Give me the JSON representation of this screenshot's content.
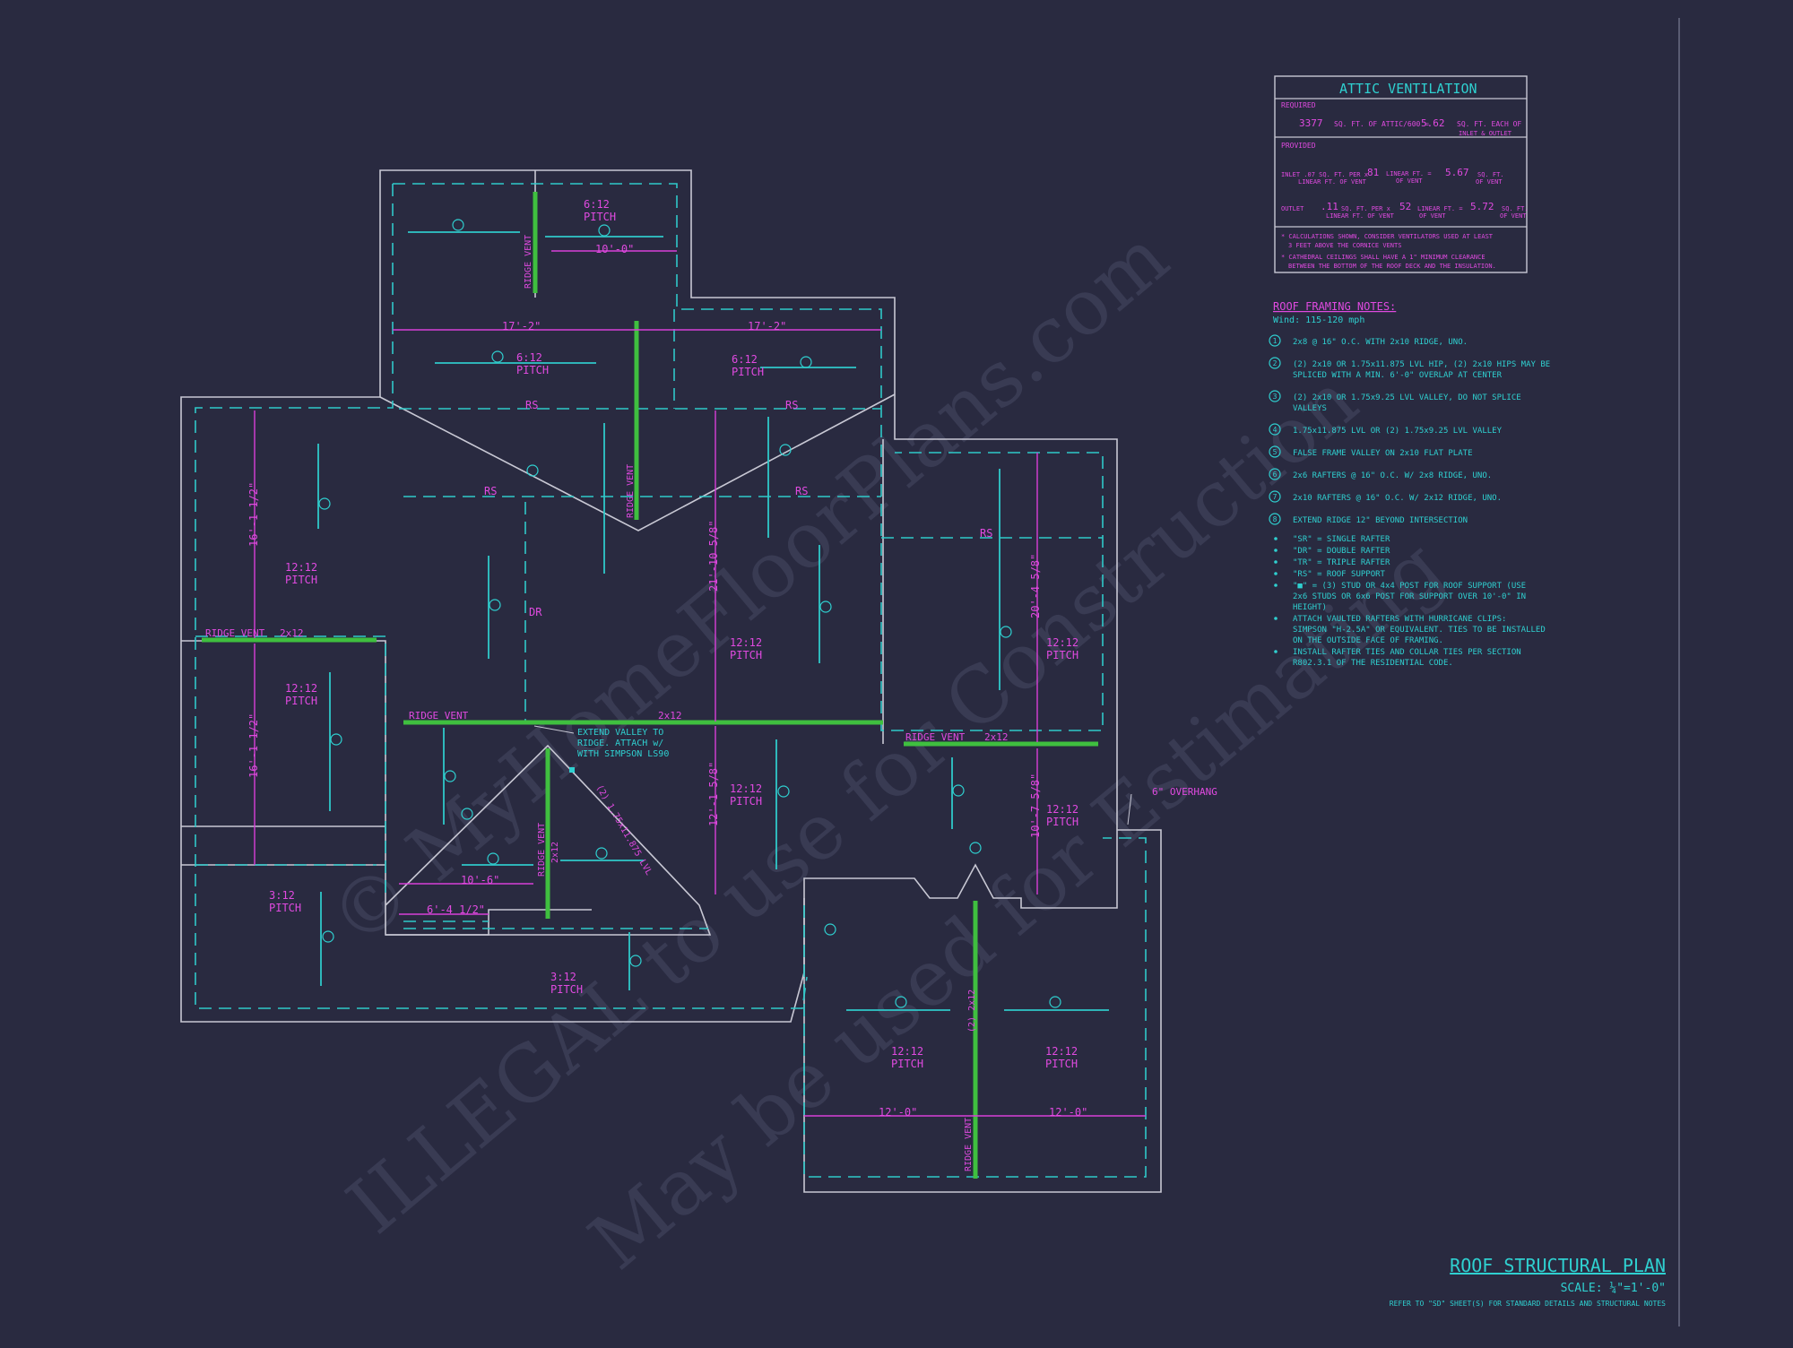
{
  "watermark": {
    "line1": "© MyHomeFloorPlans.com",
    "line2": "ILLEGAL to use for Construction",
    "line3": "May be used for Estimating"
  },
  "labels": {
    "pitch_6_12": "6:12",
    "pitch_12_12": "12:12",
    "pitch_3_12": "3:12",
    "pitch_word": "PITCH",
    "rs": "RS",
    "dr": "DR",
    "ridge_vent": "RIDGE VENT",
    "ridge_vent_caps": "RIDGE VENT",
    "two_by_twelve": "2x12",
    "two_2x12": "(2) 2x12",
    "hip_lvl": "(2) 1.75x11.875 LVL",
    "overhang": "6\" OVERHANG",
    "extend_valley": [
      "EXTEND VALLEY TO",
      "RIDGE.  ATTACH w/",
      "WITH SIMPSON LS90"
    ]
  },
  "dimensions": {
    "d10_0": "10'-0\"",
    "d17_2": "17'-2\"",
    "d16_1_half": "16'-1 1/2\"",
    "d21_10": "21'-10 5/8\"",
    "d20_4": "20'-4 5/8\"",
    "d12_1": "12'-1 5/8\"",
    "d10_7": "10'-7 5/8\"",
    "d10_6": "10'-6\"",
    "d6_4": "6'-4 1/2\"",
    "d12_0": "12'-0\""
  },
  "attic": {
    "title": "ATTIC VENTILATION",
    "required_label": "REQUIRED",
    "required_sqft": "3377",
    "required_text": "SQ. FT. OF ATTIC/600 =",
    "required_result": "5.62",
    "required_unit": "SQ. FT. EACH OF",
    "required_unit2": "INLET & OUTLET",
    "provided_label": "PROVIDED",
    "inlet_text": "INLET  .07 SQ. FT. PER x",
    "inlet_sub": "LINEAR FT. OF VENT",
    "inlet_lf": "81",
    "inlet_lf_label": "LINEAR FT. =",
    "inlet_lf_sub": "OF VENT",
    "inlet_result": "5.67",
    "inlet_unit": "SQ. FT.",
    "inlet_unit2": "OF VENT",
    "outlet_text": "OUTLET",
    "outlet_rate": ".11",
    "outlet_text2": "SQ. FT. PER x",
    "outlet_sub": "LINEAR FT. OF VENT",
    "outlet_lf": "52",
    "outlet_lf_label": "LINEAR FT. =",
    "outlet_lf_sub": "OF VENT",
    "outlet_result": "5.72",
    "outlet_unit": "SQ. FT.",
    "outlet_unit2": "OF VENT",
    "note1a": "* CALCULATIONS SHOWN, CONSIDER VENTILATORS USED AT LEAST",
    "note1b": "3 FEET ABOVE THE CORNICE VENTS",
    "note2a": "* CATHEDRAL CEILINGS SHALL HAVE A 1\" MINIMUM CLEARANCE",
    "note2b": "BETWEEN THE BOTTOM OF THE ROOF DECK AND THE INSULATION."
  },
  "notes": {
    "title": "ROOF FRAMING NOTES:",
    "wind": "Wind: 115-120 mph",
    "items": [
      {
        "num": "1",
        "lines": [
          "2x8 @ 16\" O.C. WITH 2x10 RIDGE, UNO."
        ]
      },
      {
        "num": "2",
        "lines": [
          "(2) 2x10 OR 1.75x11.875 LVL HIP, (2) 2x10 HIPS MAY BE",
          "SPLICED WITH A MIN. 6'-0\" OVERLAP AT CENTER"
        ]
      },
      {
        "num": "3",
        "lines": [
          "(2) 2x10 OR 1.75x9.25 LVL VALLEY, DO NOT SPLICE",
          "VALLEYS"
        ]
      },
      {
        "num": "4",
        "lines": [
          "1.75x11.875 LVL OR (2) 1.75x9.25 LVL VALLEY"
        ]
      },
      {
        "num": "5",
        "lines": [
          "FALSE FRAME VALLEY ON 2x10 FLAT PLATE"
        ]
      },
      {
        "num": "6",
        "lines": [
          "2x6 RAFTERS @ 16\" O.C. W/ 2x8 RIDGE, UNO."
        ]
      },
      {
        "num": "7",
        "lines": [
          "2x10 RAFTERS @ 16\" O.C. W/ 2x12 RIDGE, UNO."
        ]
      },
      {
        "num": "8",
        "lines": [
          "EXTEND RIDGE 12\" BEYOND INTERSECTION"
        ]
      }
    ],
    "bullets": [
      [
        "\"SR\" = SINGLE RAFTER"
      ],
      [
        "\"DR\" = DOUBLE RAFTER"
      ],
      [
        "\"TR\" = TRIPLE RAFTER"
      ],
      [
        "\"RS\" = ROOF SUPPORT"
      ],
      [
        "\"■\" = (3) STUD OR 4x4 POST FOR ROOF SUPPORT (USE",
        "2x6 STUDS OR 6x6 POST FOR SUPPORT OVER 10'-0\" IN",
        "HEIGHT)"
      ],
      [
        "ATTACH VAULTED RAFTERS WITH HURRICANE CLIPS:",
        "SIMPSON \"H-2.5A\" OR EQUIVALENT. TIES TO BE INSTALLED",
        "ON THE OUTSIDE FACE OF FRAMING."
      ],
      [
        "INSTALL RAFTER TIES AND COLLAR TIES PER SECTION",
        "R802.3.1 OF THE  RESIDENTIAL CODE."
      ]
    ]
  },
  "titleblock": {
    "title": "ROOF STRUCTURAL PLAN",
    "scale": "SCALE: ¼\"=1'-0\"",
    "refer": "REFER TO \"SD\" SHEET(S) FOR STANDARD DETAILS AND STRUCTURAL NOTES"
  },
  "colors": {
    "background": "#292a40",
    "magenta": "#e04ae0",
    "cyan": "#2fc9c9",
    "green": "#3fbf3f",
    "wall": "#c8c8d4"
  }
}
